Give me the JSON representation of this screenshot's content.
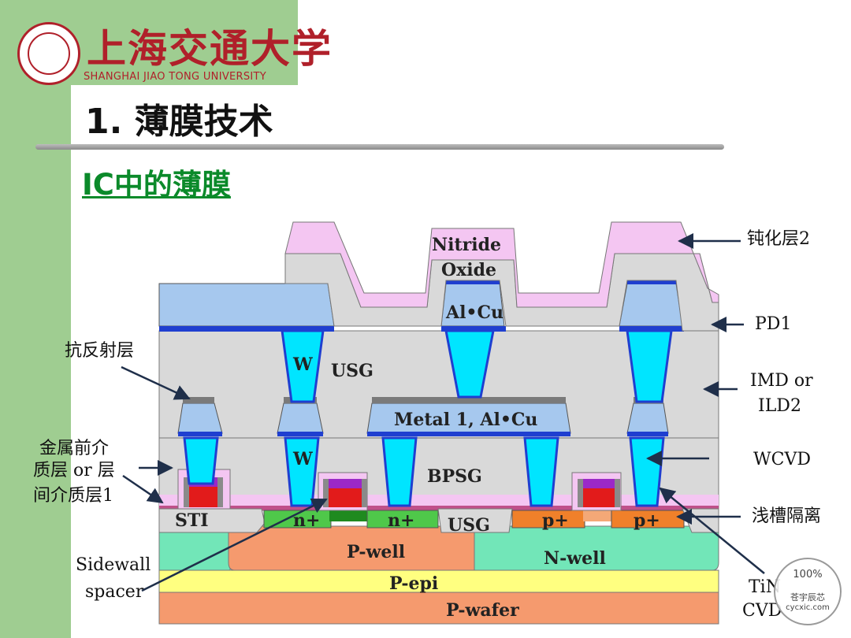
{
  "header": {
    "university_cn": "上海交通大学",
    "university_en": "SHANGHAI JIAO TONG UNIVERSITY",
    "slide_title": "1. 薄膜技术",
    "subtitle": "IC中的薄膜"
  },
  "diagram": {
    "layers": {
      "nitride": "Nitride",
      "oxide": "Oxide",
      "alcu_top": "Al•Cu",
      "w_upper": "W",
      "usg_upper": "USG",
      "metal1": "Metal 1, Al•Cu",
      "w_lower": "W",
      "bpsg": "BPSG",
      "sti": "STI",
      "n_plus_1": "n+",
      "n_plus_2": "n+",
      "usg_lower": "USG",
      "p_plus_1": "p+",
      "p_plus_2": "p+",
      "p_well": "P-well",
      "n_well": "N-well",
      "p_epi": "P-epi",
      "p_wafer": "P-wafer"
    },
    "annotations": {
      "passivation2": "钝化层2",
      "pd1": "PD1",
      "imd_line1": "IMD or",
      "imd_line2": "ILD2",
      "wcvd": "WCVD",
      "sti_label": "浅槽隔离",
      "tin_line1": "TiN",
      "tin_line2": "CVD",
      "arc": "抗反射层",
      "pmd_line1": "金属前介",
      "pmd_line2": "质层 or 层",
      "pmd_line3": "间介质层1",
      "spacer_line1": "Sidewall",
      "spacer_line2": "spacer"
    }
  },
  "watermark": {
    "percent": "100%",
    "brand_cn": "苍宇辰芯",
    "brand_url": "cycxic.com"
  },
  "colors": {
    "sidebar": "#9fcd91",
    "university_red": "#b0202a",
    "subtitle_green": "#0b8a2a",
    "nitride": "#f4c6f2",
    "oxide": "#d9d9d9",
    "metal": "#a6c8ee",
    "tungsten": "#00e5ff",
    "p_well": "#f59a6e",
    "n_well": "#72e6b8",
    "p_epi": "#ffff80",
    "p_wafer": "#f59a6e"
  }
}
